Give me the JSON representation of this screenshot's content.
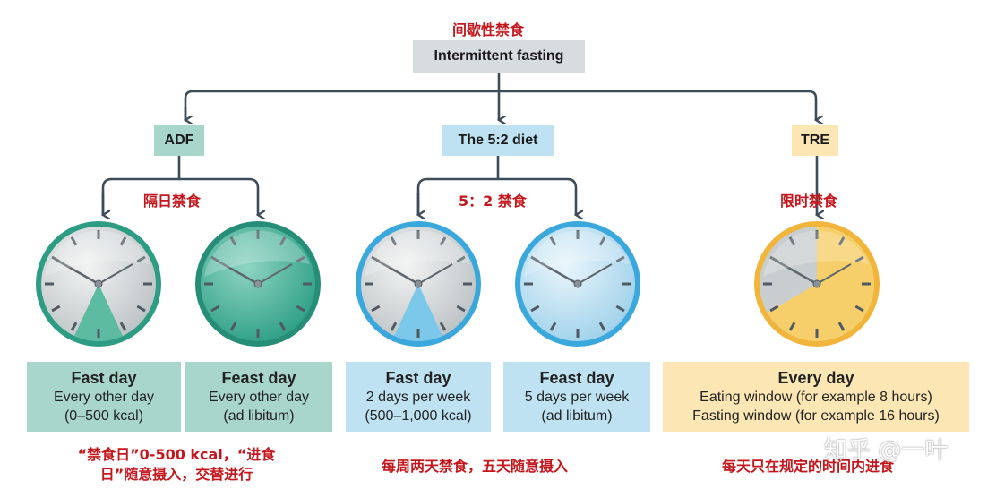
{
  "root": {
    "cn_label": "间歇性禁食",
    "label": "Intermittent fasting"
  },
  "categories": [
    {
      "label": "ADF",
      "cn_label": "隔日禁食"
    },
    {
      "label": "The 5:2 diet",
      "cn_label": "5：2 禁食"
    },
    {
      "label": "TRE",
      "cn_label": "限时禁食"
    }
  ],
  "cards": [
    {
      "title": "Fast day",
      "line1": "Every other day",
      "line2": "(0–500 kcal)"
    },
    {
      "title": "Feast day",
      "line1": "Every other day",
      "line2": "(ad libitum)"
    },
    {
      "title": "Fast day",
      "line1": "2 days per week",
      "line2": "(500–1,000 kcal)"
    },
    {
      "title": "Feast day",
      "line1": "5 days per week",
      "line2": "(ad libitum)"
    },
    {
      "title": "Every day",
      "line1": "Eating window (for example 8 hours)",
      "line2": "Fasting window (for example 16 hours)"
    }
  ],
  "notes": [
    "“禁食日”0-500 kcal，“进食日”随意摄入，交替进行",
    "每周两天禁食，五天随意摄入",
    "每天只在规定的时间内进食"
  ],
  "watermark": "知乎 @一叶",
  "colors": {
    "adf_box": "#a9d6cb",
    "d52_box": "#bfe2f2",
    "tre_box": "#fbe6b4",
    "adf_card": "#a9d6cb",
    "d52_card": "#bfe2f2",
    "tre_card": "#fbe6b4",
    "annotation": "#c4161c",
    "connector": "#3d4c5a"
  }
}
